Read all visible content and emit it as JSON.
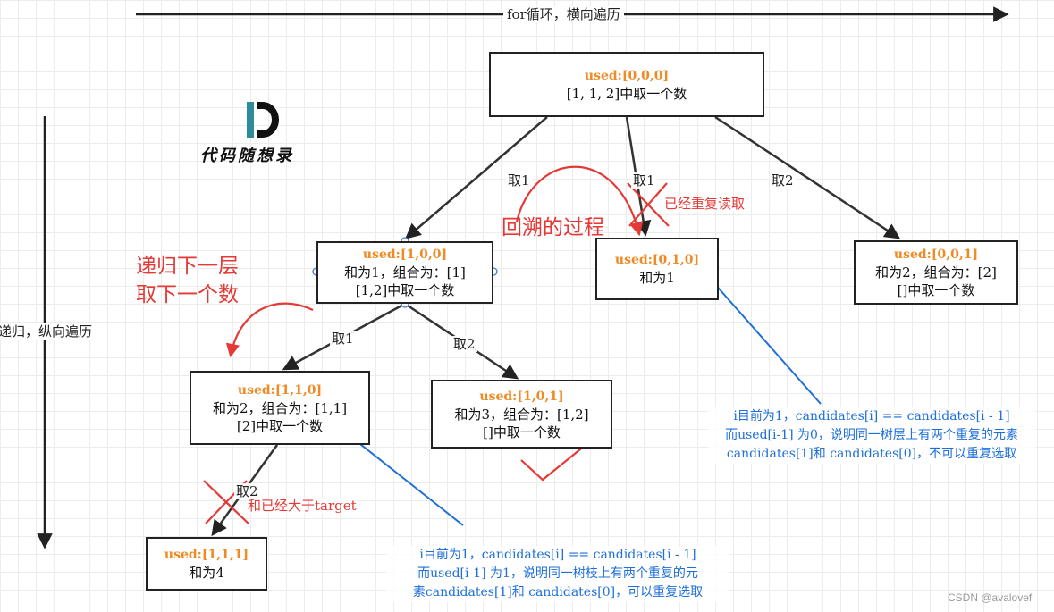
{
  "axes": {
    "horizontal": "for循环，横向遍历",
    "vertical": "递归，纵向遍历"
  },
  "logo": {
    "text": "代码随想录"
  },
  "nodes": {
    "root": {
      "used": "used:[0,0,0]",
      "line1": "[1, 1, 2]中取一个数"
    },
    "n100": {
      "used": "used:[1,0,0]",
      "line1": "和为1，组合为：[1]",
      "line2": "[1,2]中取一个数"
    },
    "n010": {
      "used": "used:[0,1,0]",
      "line1": "和为1"
    },
    "n001": {
      "used": "used:[0,0,1]",
      "line1": "和为2，组合为：[2]",
      "line2": "[]中取一个数"
    },
    "n110": {
      "used": "used:[1,1,0]",
      "line1": "和为2，组合为：[1,1]",
      "line2": "[2]中取一个数"
    },
    "n101": {
      "used": "used:[1,0,1]",
      "line1": "和为3，组合为：[1,2]",
      "line2": "[]中取一个数"
    },
    "n111": {
      "used": "used:[1,1,1]",
      "line1": "和为4"
    }
  },
  "edges": {
    "root_left": "取1",
    "root_mid": "取1",
    "root_right": "取2",
    "l2_left": "取1",
    "l2_right": "取2",
    "l3": "取2"
  },
  "annotations": {
    "backtrack": "回溯的过程",
    "recurse_line1": "递归下一层",
    "recurse_line2": "取下一个数",
    "dup_read": "已经重复读取",
    "over_target": "和已经大于target"
  },
  "notes": {
    "right": [
      "i目前为1，candidates[i] == candidates[i - 1]",
      "而used[i-1] 为0，说明同一树层上有两个重复的元素",
      "candidates[1]和 candidates[0]，不可以重复选取"
    ],
    "bottom": [
      "i目前为1，candidates[i] == candidates[i - 1]",
      "而used[i-1] 为1，说明同一树枝上有两个重复的元",
      "素candidates[1]和 candidates[0]，可以重复选取"
    ]
  },
  "colors": {
    "accent_orange": "#f08a24",
    "red": "#e53935",
    "blue": "#1e6fd9",
    "line": "#333333"
  },
  "watermark": "CSDN @avalovef"
}
